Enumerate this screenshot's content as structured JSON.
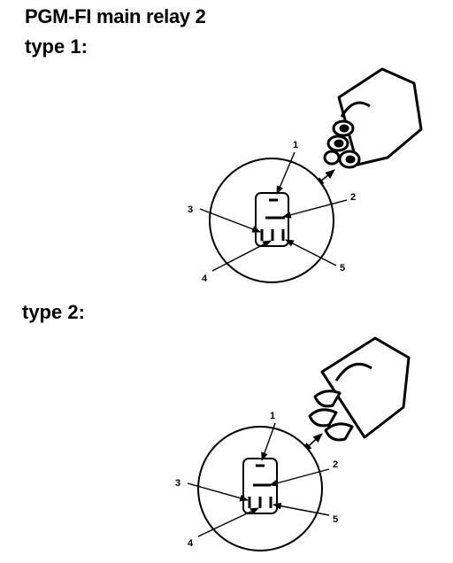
{
  "title": "PGM-FI main relay 2",
  "sections": [
    {
      "label": "type 1:"
    },
    {
      "label": "type 2:"
    }
  ],
  "callouts": {
    "type1": [
      "1",
      "2",
      "3",
      "4",
      "5"
    ],
    "type2": [
      "1",
      "2",
      "3",
      "4",
      "5"
    ]
  }
}
